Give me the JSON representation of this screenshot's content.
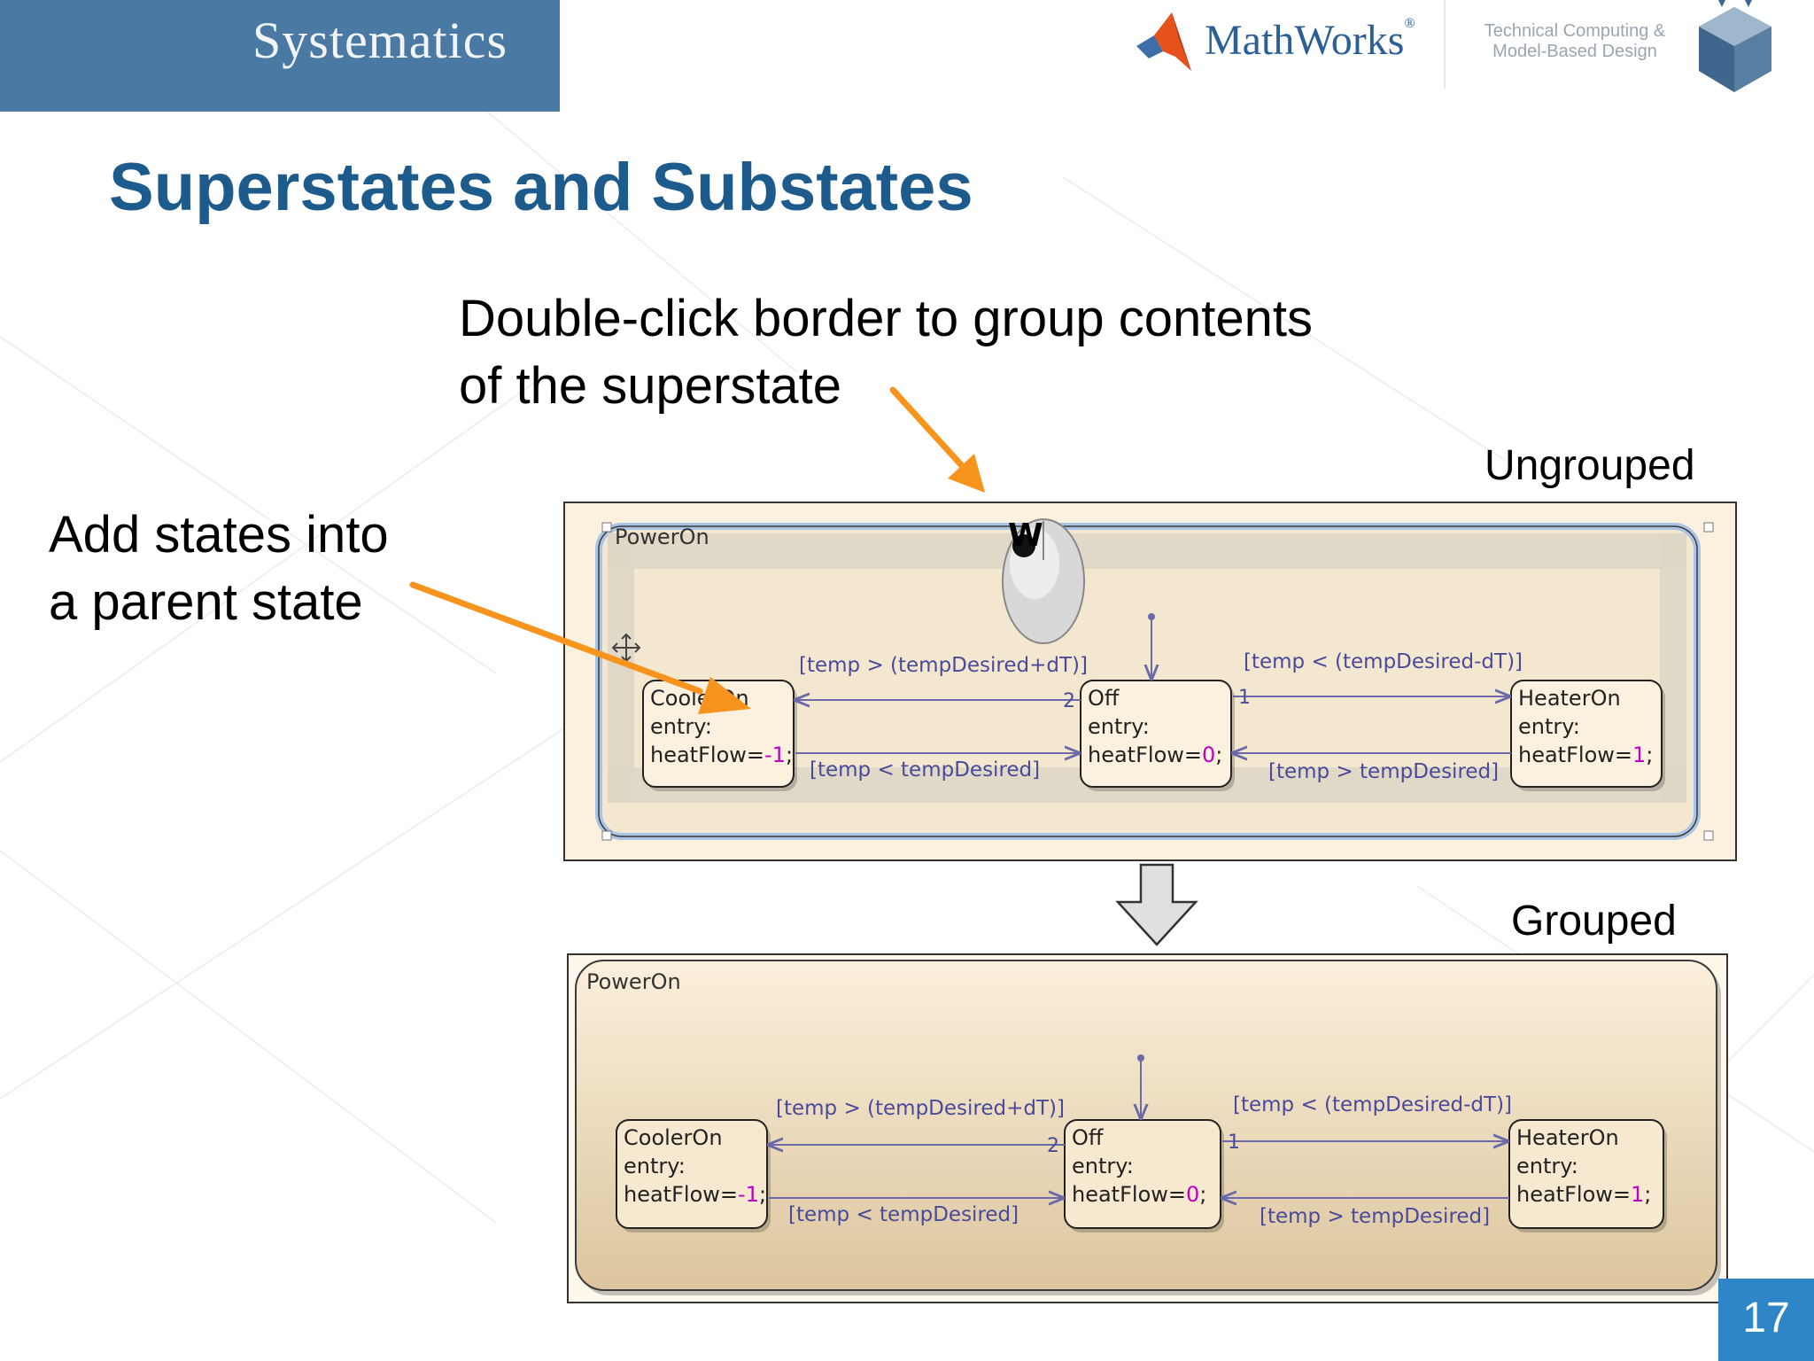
{
  "header": {
    "brand": "Systematics",
    "partner": "MathWorks",
    "partner_mark": "®",
    "tagline_line1": "Technical Computing &",
    "tagline_line2": "Model-Based Design"
  },
  "title": "Superstates and Substates",
  "notes": {
    "top_line1": "Double-click border to group contents",
    "top_line2": "of the superstate",
    "left_line1": "Add states into",
    "left_line2": "a parent state"
  },
  "labels": {
    "ungrouped": "Ungrouped",
    "grouped": "Grouped"
  },
  "chart": {
    "parent": "PowerOn",
    "states": [
      {
        "name": "CoolerOn",
        "entry": "entry:",
        "action_prefix": "heatFlow=",
        "action_value": "-1",
        "action_suffix": ";"
      },
      {
        "name": "Off",
        "entry": "entry:",
        "action_prefix": "heatFlow=",
        "action_value": "0",
        "action_suffix": ";"
      },
      {
        "name": "HeaterOn",
        "entry": "entry:",
        "action_prefix": "heatFlow=",
        "action_value": "1",
        "action_suffix": ";"
      }
    ],
    "transitions": {
      "off_to_cooler": "[temp > (tempDesired+dT)]",
      "cooler_to_off": "[temp < tempDesired]",
      "off_to_heater": "[temp < (tempDesired-dT)]",
      "heater_to_off": "[temp > tempDesired]",
      "priority_cooler": "2",
      "priority_heater": "1"
    },
    "value_color": "#c000c0",
    "label_color": "#4a4a9a"
  },
  "colors": {
    "accent": "#f7941d",
    "title": "#1d5b8c",
    "brand_bar": "#4a7aa3",
    "page_badge": "#2e86c8"
  },
  "page_number": "17"
}
